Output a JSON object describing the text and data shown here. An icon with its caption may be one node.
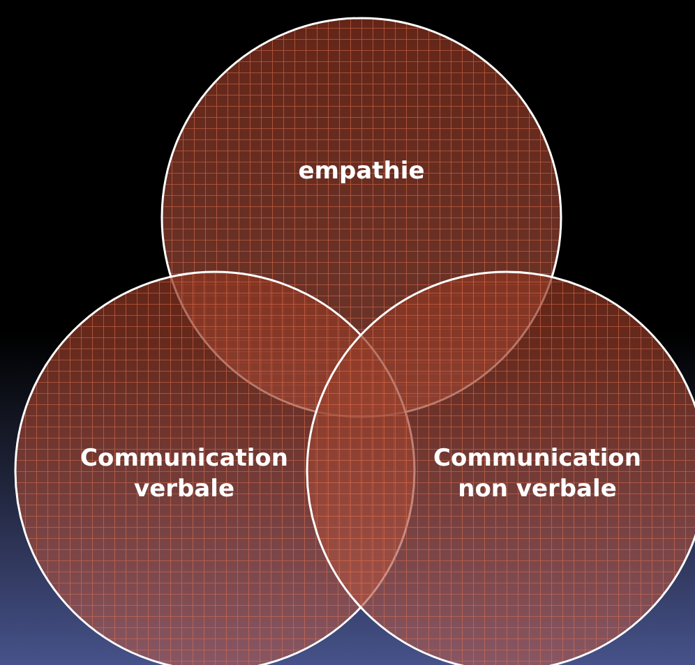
{
  "diagram": {
    "nodes": [
      {
        "text": [
          "empathie"
        ]
      },
      {
        "text": [
          "Communication verbale"
        ]
      },
      {
        "text": [
          "Communication non verbale"
        ]
      }
    ]
  }
}
